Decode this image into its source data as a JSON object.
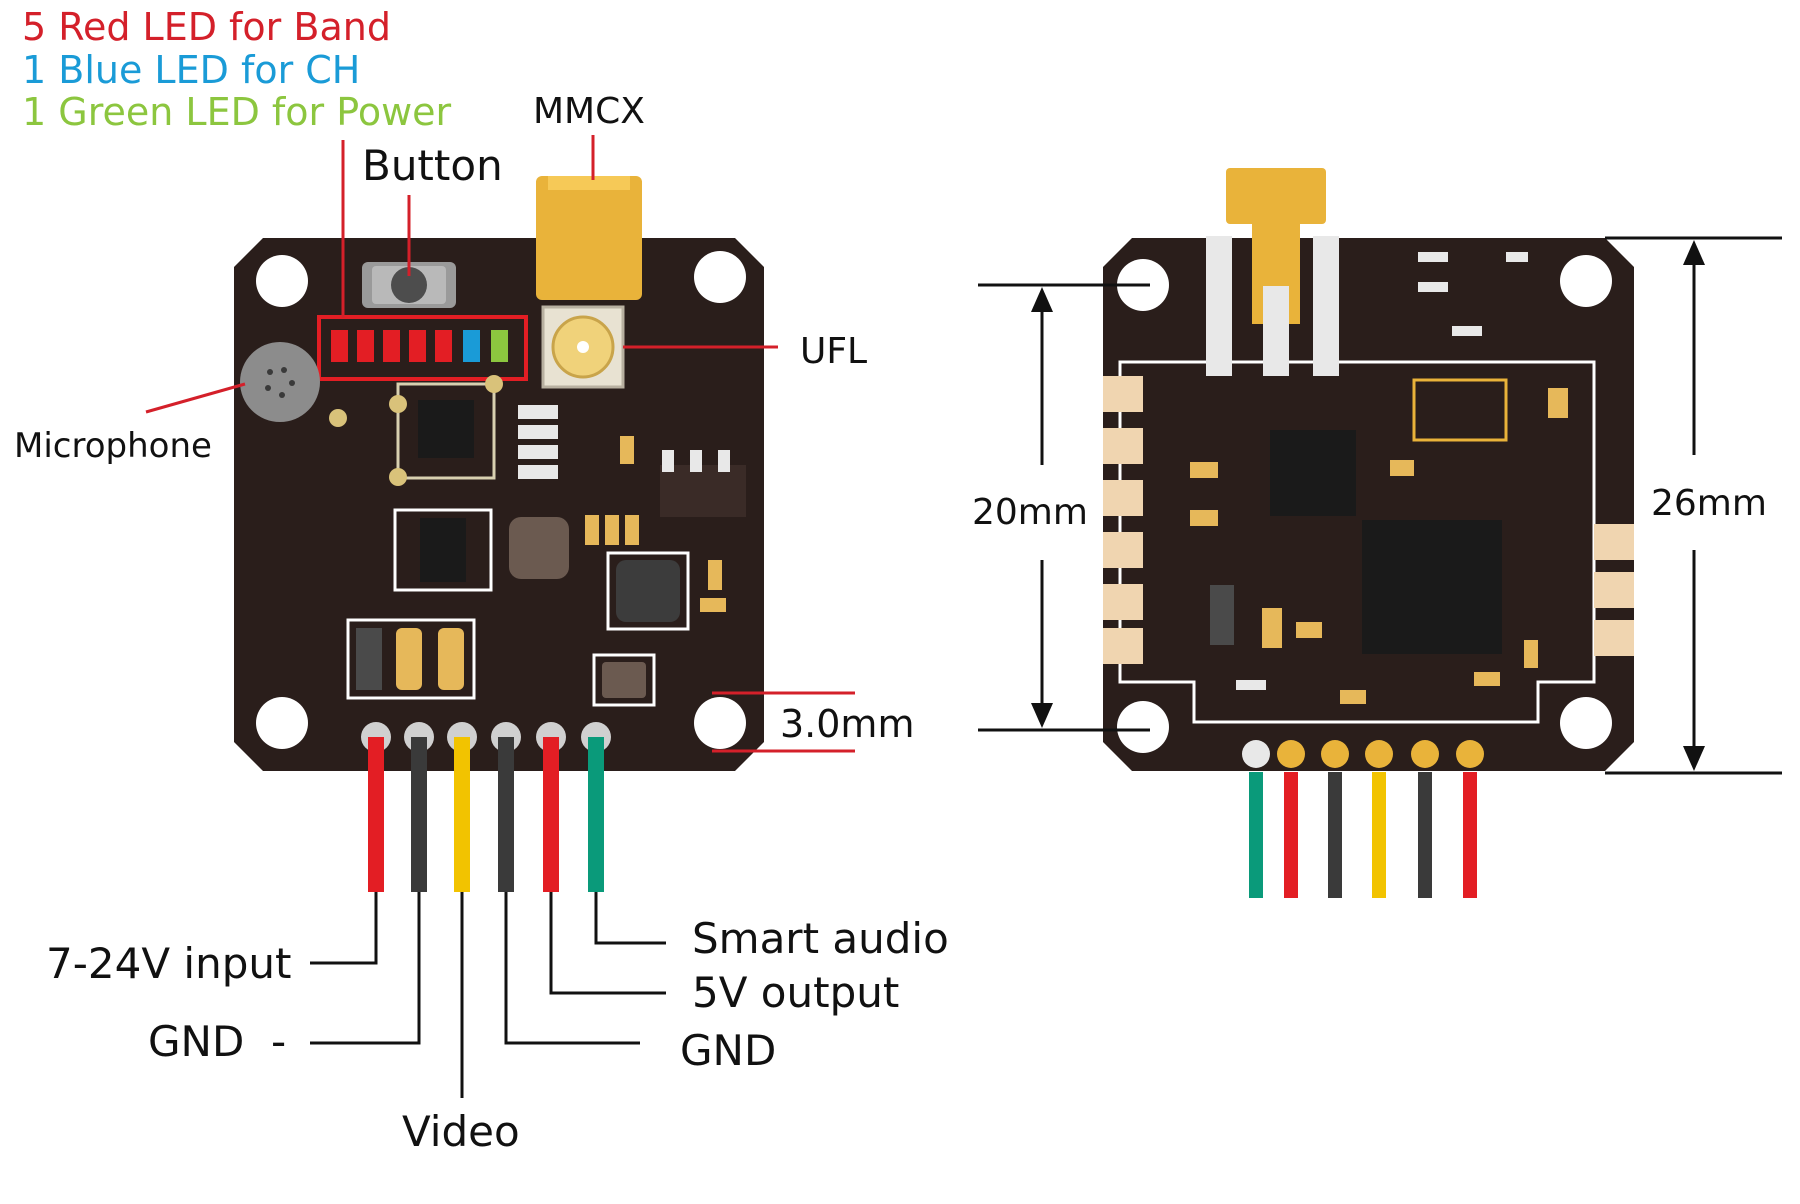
{
  "legend": {
    "red": "5 Red LED for Band",
    "blue": "1 Blue LED for CH",
    "green": "1 Green LED for Power"
  },
  "front": {
    "mmcx": "MMCX",
    "button": "Button",
    "ufl": "UFL",
    "microphone": "Microphone",
    "hole": "3.0mm",
    "pins": {
      "input": "7-24V input",
      "gnd_minus": "GND  -",
      "video": "Video",
      "smart_audio": "Smart audio",
      "v5_output": "5V output",
      "gnd": "GND"
    }
  },
  "back": {
    "dim_20": "20mm",
    "dim_26": "26mm"
  },
  "colors": {
    "red_text": "#d4202a",
    "blue_text": "#1a9bd7",
    "green_text": "#8cc63f",
    "board": "#2a1e1b",
    "wire_red": "#e31e24",
    "wire_black": "#3a3a3a",
    "wire_yellow": "#f2c300",
    "wire_green": "#0a9a7a",
    "gold": "#e9b33a"
  }
}
